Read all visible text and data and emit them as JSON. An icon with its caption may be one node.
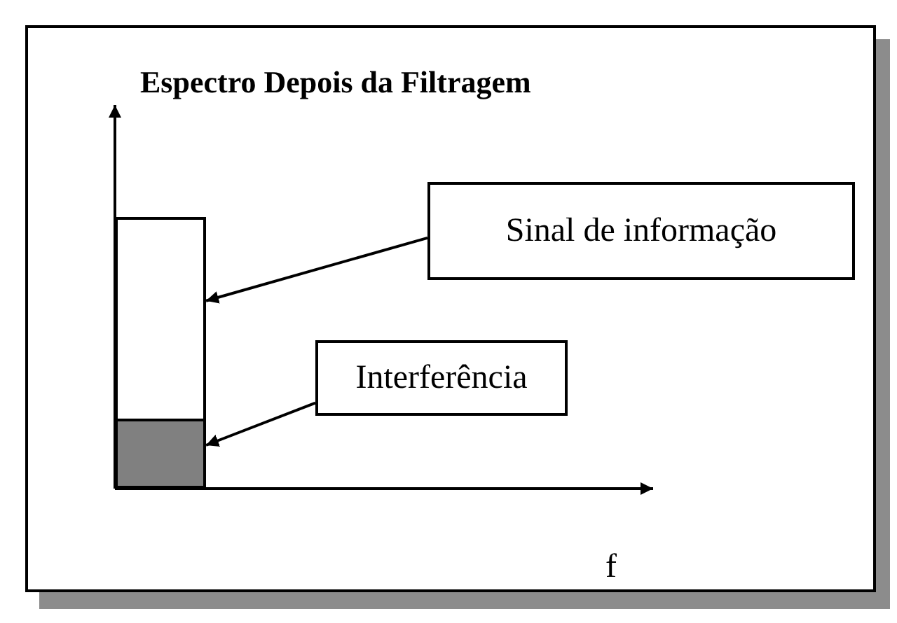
{
  "diagram": {
    "title": "Espectro Depois da Filtragem",
    "nodes": [
      {
        "text": [
          "Sinal de informação"
        ]
      },
      {
        "text": [
          "Interferência"
        ]
      },
      {
        "text": [],
        "shape": "bar"
      },
      {
        "text": [],
        "shape": "bar"
      }
    ],
    "edges": [
      {
        "from": 0,
        "to": 2,
        "arrow": "to"
      },
      {
        "from": 1,
        "to": 3,
        "arrow": "to"
      }
    ],
    "labels": [
      "f"
    ]
  }
}
